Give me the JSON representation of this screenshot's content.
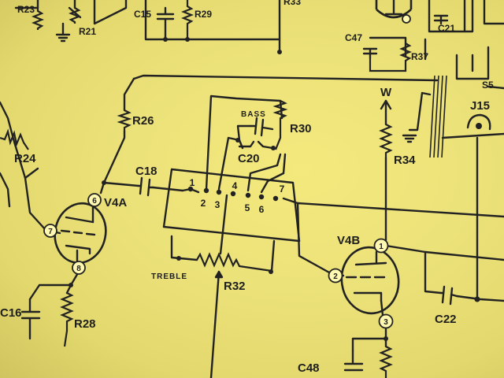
{
  "labels": {
    "r23": "R23",
    "r21": "R21",
    "c15": "C15",
    "r29": "R29",
    "r33": "R33",
    "c21": "C21",
    "c47": "C47",
    "r37": "R37",
    "s5": "S5",
    "w": "W",
    "j15": "J15",
    "r26": "R26",
    "bass": "BASS",
    "r30": "R30",
    "c20": "C20",
    "r34": "R34",
    "r24": "R24",
    "c18": "C18",
    "v4a": "V4A",
    "v4b": "V4B",
    "treble": "TREBLE",
    "r32": "R32",
    "c16": "C16",
    "r28": "R28",
    "c22": "C22",
    "c48": "C48"
  },
  "switch_contacts": [
    "1",
    "2",
    "3",
    "4",
    "5",
    "6",
    "7"
  ],
  "tube_pins": {
    "v4a_pin_6": "6",
    "v4a_pin_7": "7",
    "v4a_pin_8": "8",
    "v4b_pin_1": "1",
    "v4b_pin_2": "2",
    "v4b_pin_3": "3"
  },
  "colors": {
    "paper": "#ece27a",
    "ink": "#222222"
  }
}
